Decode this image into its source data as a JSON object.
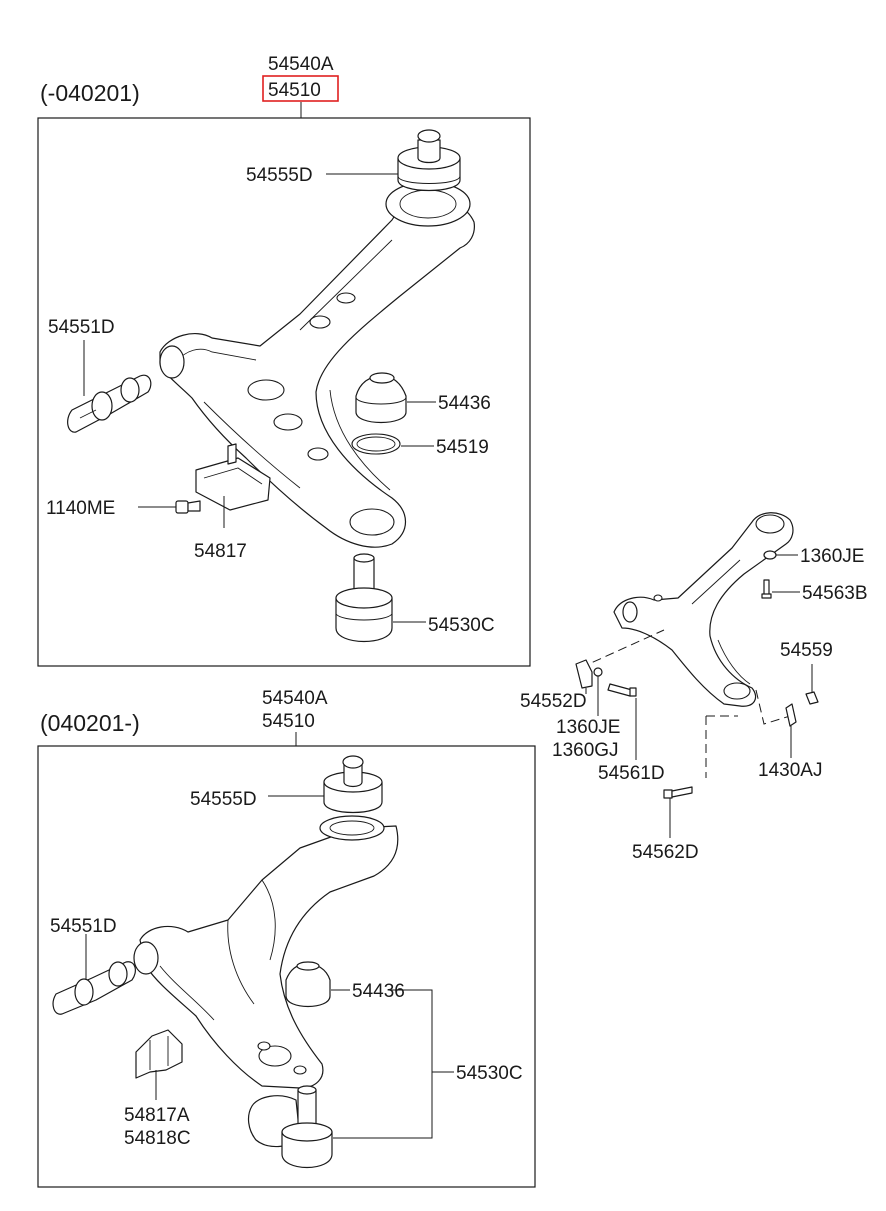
{
  "top_panel": {
    "range": "(-040201)",
    "assembly_numbers": [
      "54540A",
      "54510"
    ],
    "highlighted": "54510",
    "highlight_color": "#e02020",
    "labels": {
      "bushing_upper": "54555D",
      "bushing_front": "54551D",
      "dust_cover": "54436",
      "snap_ring": "54519",
      "bolt": "1140ME",
      "bracket": "54817",
      "ball_joint": "54530C"
    }
  },
  "bottom_panel": {
    "range": "(040201-)",
    "assembly_numbers": [
      "54540A",
      "54510"
    ],
    "labels": {
      "bushing_upper": "54555D",
      "bushing_front": "54551D",
      "dust_cover": "54436",
      "ball_joint": "54530C",
      "bracket_a": "54817A",
      "bracket_c": "54818C"
    }
  },
  "side_detail": {
    "labels": {
      "nut_top": "1360JE",
      "bolt_top": "54563B",
      "clip": "54559",
      "bracket": "54552D",
      "nut_a": "1360JE",
      "nut_b": "1360GJ",
      "bolt_a": "54561D",
      "bolt_b": "54562D",
      "pin": "1430AJ"
    }
  }
}
